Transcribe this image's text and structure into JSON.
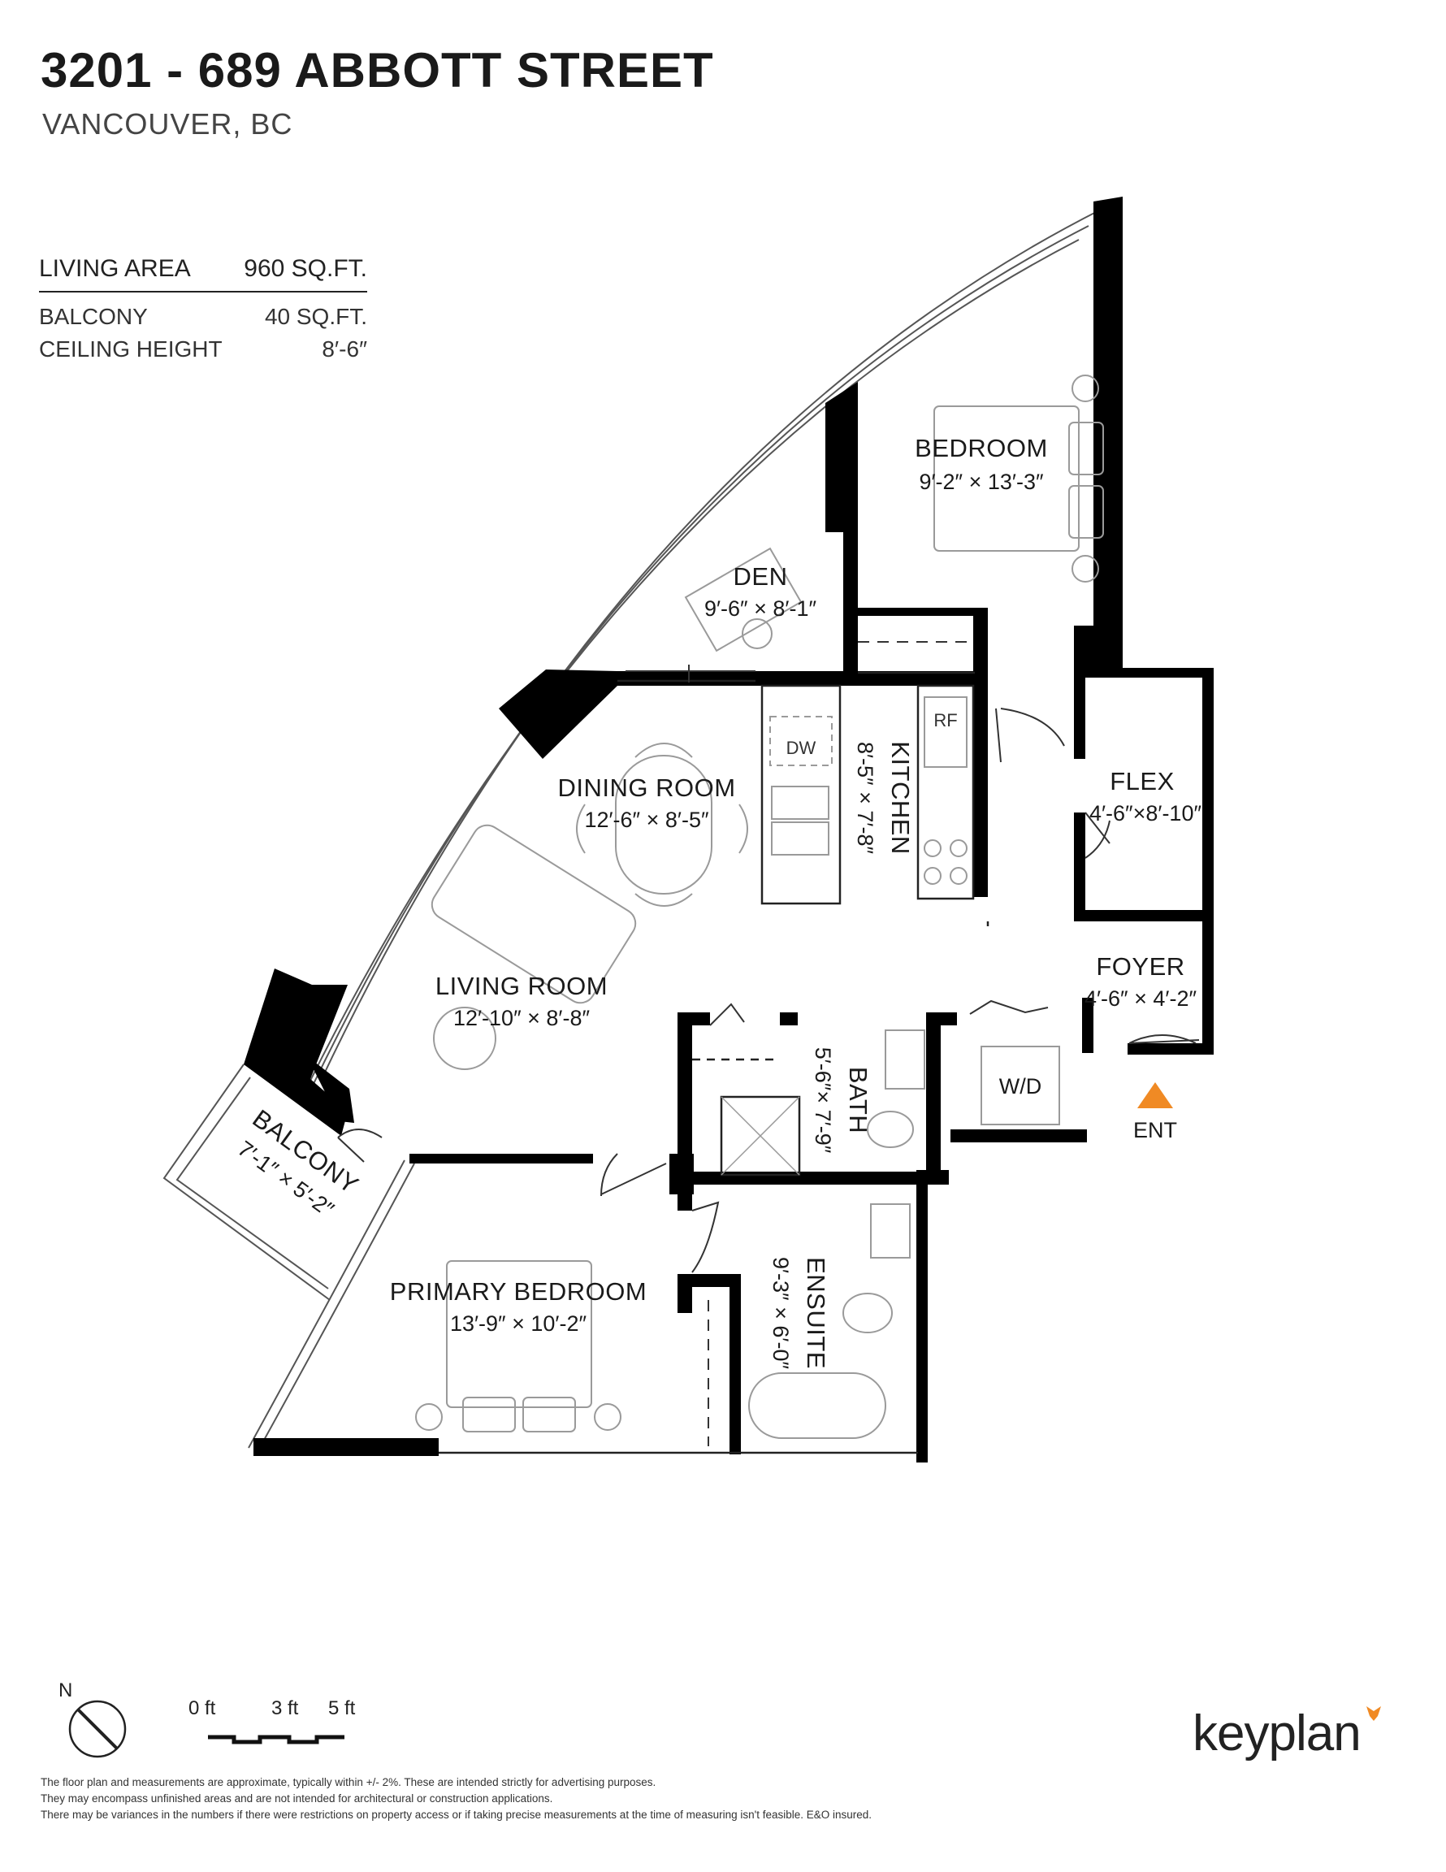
{
  "header": {
    "title": "3201 - 689 ABBOTT STREET",
    "subtitle": "VANCOUVER, BC"
  },
  "areas": {
    "living_label": "LIVING AREA",
    "living_value": "960 SQ.FT.",
    "balcony_label": "BALCONY",
    "balcony_value": "40 SQ.FT.",
    "ceiling_label": "CEILING HEIGHT",
    "ceiling_value": "8′-6″"
  },
  "rooms": {
    "bedroom": {
      "name": "BEDROOM",
      "dim": "9′-2″  ×  13′-3″"
    },
    "den": {
      "name": "DEN",
      "dim": "9′-6″ × 8′-1″"
    },
    "dining": {
      "name": "DINING ROOM",
      "dim": "12′-6″  ×  8′-5″"
    },
    "kitchen": {
      "name": "KITCHEN",
      "dim": "8′-5″  ×  7′-8″"
    },
    "flex": {
      "name": "FLEX",
      "dim": "4′-6″×8′-10″"
    },
    "living": {
      "name": "LIVING ROOM",
      "dim": "12′-10″  ×  8′-8″"
    },
    "foyer": {
      "name": "FOYER",
      "dim": "4′-6″ × 4′-2″"
    },
    "bath": {
      "name": "BATH",
      "dim": "5′-6″× 7′-9″"
    },
    "balcony": {
      "name": "BALCONY",
      "dim": "7′-1″  ×  5′-2″"
    },
    "ensuite": {
      "name": "ENSUITE",
      "dim": "9′-3″  ×  6′-0″"
    },
    "primary": {
      "name": "PRIMARY BEDROOM",
      "dim": "13′-9″ × 10′-2″"
    }
  },
  "fixtures": {
    "dishwasher": "DW",
    "fridge": "RF",
    "washer_dryer": "W/D",
    "entrance": "ENT"
  },
  "compass": {
    "north": "N"
  },
  "scale": {
    "zero": "0 ft",
    "three": "3 ft",
    "five": "5 ft"
  },
  "disclaimer": {
    "line1": "The floor plan and measurements are approximate, typically within +/- 2%. These are intended strictly for advertising purposes.",
    "line2": "They may encompass unfinished areas and are not intended for architectural or construction applications.",
    "line3": "There may be variances in the numbers if there were restrictions on property access or if taking precise measurements at the time of measuring isn't feasible. E&O insured."
  },
  "brand": {
    "name": "keyplan",
    "accent_color": "#F08A24"
  },
  "colors": {
    "wall": "#000000",
    "fixture": "#9a9a9a",
    "entry_marker": "#F08A24"
  }
}
